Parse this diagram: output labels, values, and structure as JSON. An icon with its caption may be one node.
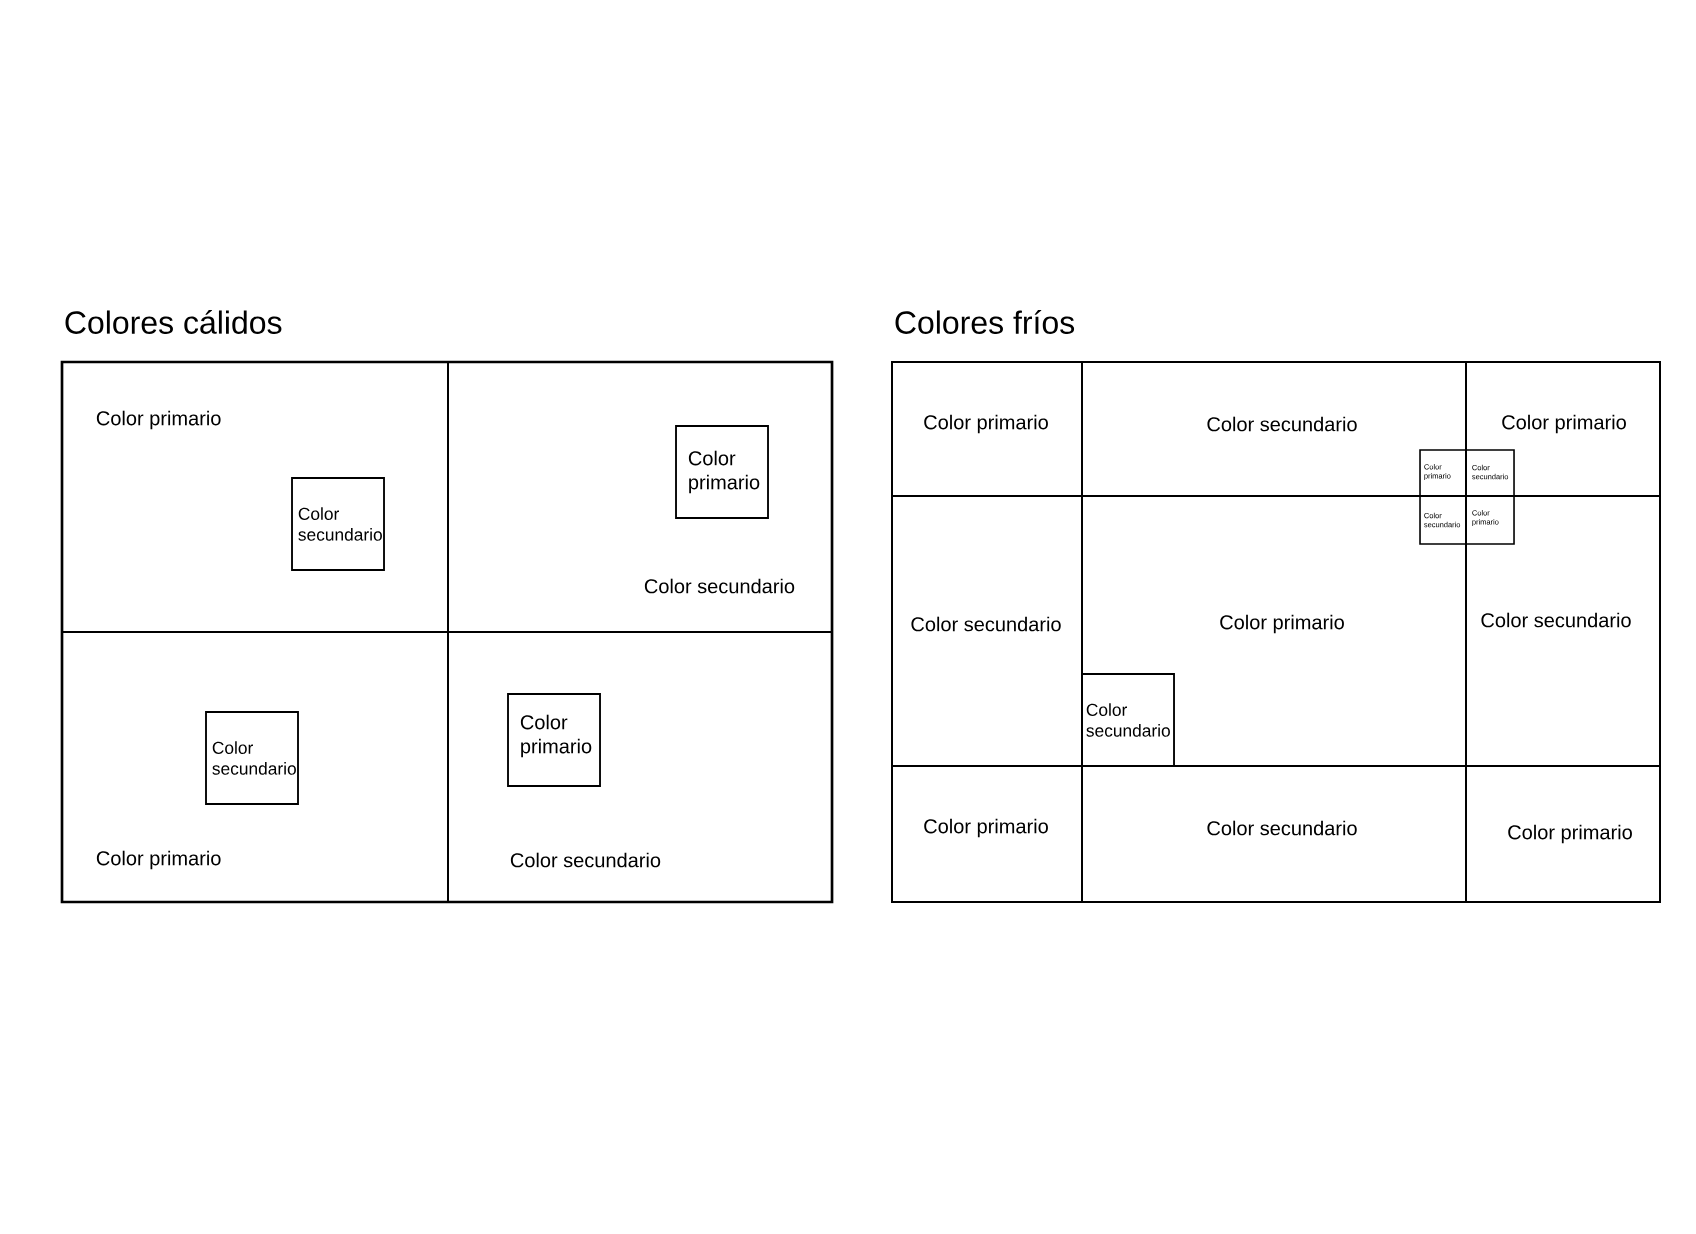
{
  "diagram": {
    "nodes": [
      {
        "text": [
          "Colores cálidos"
        ]
      },
      {
        "text": [
          "Color primario"
        ],
        "in": 0
      },
      {
        "text": [
          "Color secundario"
        ],
        "in": 1
      },
      {
        "text": [
          "Color secundario"
        ],
        "in": 0
      },
      {
        "text": [
          "Color primario"
        ],
        "in": 3
      },
      {
        "text": [
          "Color primario"
        ],
        "in": 0
      },
      {
        "text": [
          "Color secundario"
        ],
        "in": 5
      },
      {
        "text": [
          "Color secundario"
        ],
        "in": 0
      },
      {
        "text": [
          "Color primario"
        ],
        "in": 7
      },
      {
        "text": [
          "Colores fríos"
        ]
      },
      {
        "text": [
          "Color primario"
        ],
        "in": 9
      },
      {
        "text": [
          "Color secundario"
        ],
        "in": 9
      },
      {
        "text": [
          "Color primario"
        ],
        "in": 11
      },
      {
        "text": [
          "Color primario"
        ],
        "in": 9
      },
      {
        "text": [
          "Color secundario"
        ],
        "in": 13
      },
      {
        "text": [
          "Color secundario"
        ],
        "in": 9
      },
      {
        "text": [
          "Color primario"
        ],
        "in": 9
      },
      {
        "text": [
          "Color secundario"
        ],
        "in": 16
      },
      {
        "text": [
          "Color secundario"
        ],
        "in": 16
      },
      {
        "text": [
          "Color secundario"
        ],
        "in": 9
      },
      {
        "text": [
          "Color primario"
        ],
        "in": 19
      },
      {
        "text": [
          "Color primario"
        ],
        "in": 9
      },
      {
        "text": [
          "Color secundario"
        ],
        "in": 9
      },
      {
        "text": [
          "Color primario"
        ],
        "in": 9
      }
    ]
  }
}
